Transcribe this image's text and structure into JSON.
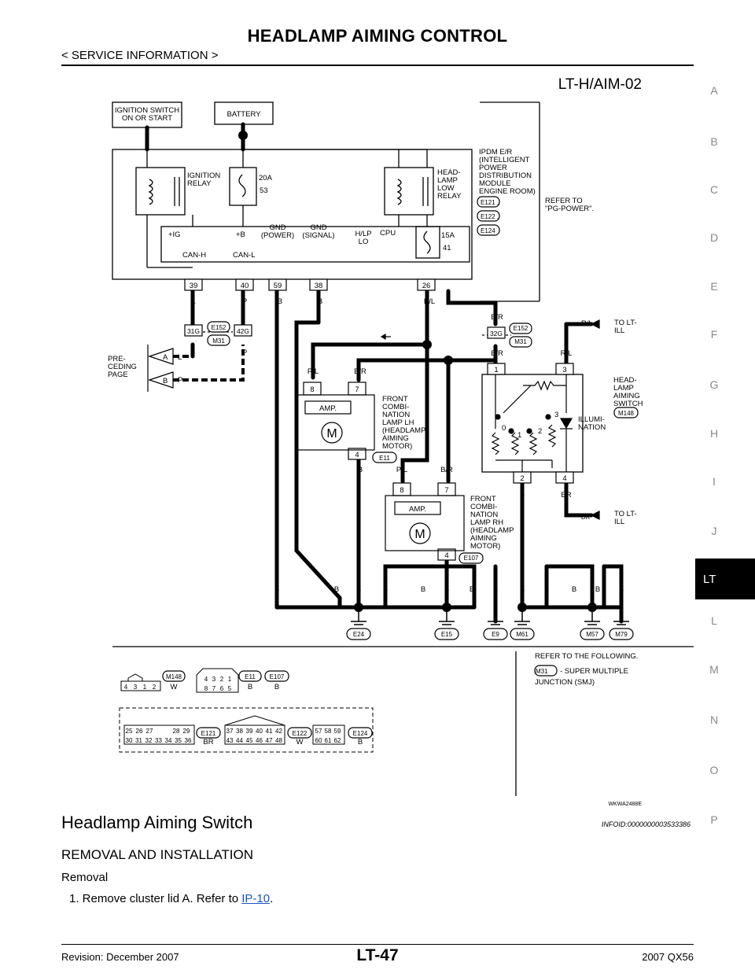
{
  "header": {
    "title": "HEADLAMP AIMING CONTROL",
    "subtitle": "< SERVICE INFORMATION >"
  },
  "side_index": {
    "letters": [
      "A",
      "B",
      "C",
      "D",
      "E",
      "F",
      "G",
      "H",
      "I",
      "J",
      "LT",
      "L",
      "M",
      "N",
      "O",
      "P"
    ],
    "active": "LT"
  },
  "diagram": {
    "code": "LT-H/AIM-02",
    "image_id": "WKWA2488E",
    "ignition_switch": [
      "IGNITION SWITCH",
      "ON OR START"
    ],
    "battery": "BATTERY",
    "ignition_relay": [
      "IGNITION",
      "RELAY"
    ],
    "fuse_20a": "20A",
    "fuse_20a_num": "53",
    "headlamp_relay": [
      "HEAD-",
      "LAMP",
      "LOW",
      "RELAY"
    ],
    "ipdm": [
      "IPDM E/R",
      "(INTELLIGENT",
      "POWER",
      "DISTRIBUTION",
      "MODULE",
      "ENGINE ROOM)"
    ],
    "ipdm_conn": [
      "E121",
      "E122",
      "E124"
    ],
    "refer_pg": [
      "REFER TO",
      "\"PG-POWER\"."
    ],
    "cpu": "CPU",
    "fuse_15a": "15A",
    "fuse_15a_num": "41",
    "ipdm_terms": {
      "ig": "+IG",
      "b": "+B",
      "gnd_power": [
        "GND",
        "(POWER)"
      ],
      "gnd_signal": [
        "GND",
        "(SIGNAL)"
      ],
      "hlp": [
        "H/LP",
        "LO"
      ],
      "canh": "CAN-H",
      "canl": "CAN-L"
    },
    "pins": [
      "39",
      "40",
      "59",
      "38",
      "26"
    ],
    "wire_colors": {
      "L": "L",
      "P": "P",
      "B": "B",
      "PL": "P/L",
      "BR": "B/R",
      "RL": "R/L",
      "BRN": "BR"
    },
    "conn_31g": "31G",
    "conn_42g": "42G",
    "conn_32g": "32G",
    "conn_e152": "E152",
    "conn_m31": "M31",
    "preceding": [
      "PRE-",
      "CEDING",
      "PAGE"
    ],
    "pre_a": "A",
    "pre_b": "B",
    "front_lh": [
      "FRONT",
      "COMBI-",
      "NATION",
      "LAMP LH",
      "(HEADLAMP",
      "AIMING",
      "MOTOR)"
    ],
    "front_rh": [
      "FRONT",
      "COMBI-",
      "NATION",
      "LAMP RH",
      "(HEADLAMP",
      "AIMING",
      "MOTOR)"
    ],
    "amp": "AMP.",
    "motor": "M",
    "pin8": "8",
    "pin7": "7",
    "pin4": "4",
    "pin1": "1",
    "pin3": "3",
    "pin2": "2",
    "conn_e11": "E11",
    "conn_e107": "E107",
    "conn_m148": "M148",
    "switch_label": [
      "HEAD-",
      "LAMP",
      "AIMING",
      "SWITCH"
    ],
    "illum": [
      "ILLUMI-",
      "NATION"
    ],
    "sw_positions": [
      "0",
      "1",
      "2",
      "3"
    ],
    "to_lt_ill": [
      "TO LT-",
      "ILL"
    ],
    "grounds": [
      "E24",
      "E15",
      "E9",
      "M61",
      "M57",
      "M79"
    ],
    "ground_wire": "B",
    "refer_following": [
      "REFER TO THE FOLLOWING.",
      "- SUPER MULTIPLE",
      "JUNCTION (SMJ)"
    ],
    "legend_m148": {
      "id": "M148",
      "color": "W",
      "pins": [
        "4",
        "3",
        "1",
        "2"
      ]
    },
    "legend_m31": {
      "pins_top": [
        "4",
        "3",
        "2",
        "1"
      ],
      "pins_bot": [
        "8",
        "7",
        "6",
        "5"
      ]
    },
    "legend_e11": {
      "id": "E11",
      "color": "B"
    },
    "legend_e107": {
      "id": "E107",
      "color": "B"
    },
    "legend_e121": {
      "id": "E121",
      "color": "BR",
      "row1": [
        "25",
        "26",
        "27",
        "",
        "28",
        "29"
      ],
      "row2": [
        "30",
        "31",
        "32",
        "33",
        "34",
        "35",
        "36"
      ]
    },
    "legend_e122": {
      "id": "E122",
      "color": "W",
      "row1": [
        "37",
        "38",
        "39",
        "40",
        "41",
        "42"
      ],
      "row2": [
        "43",
        "44",
        "45",
        "46",
        "47",
        "48"
      ]
    },
    "legend_e124": {
      "id": "E124",
      "color": "B",
      "row1": [
        "57",
        "58",
        "59"
      ],
      "row2": [
        "60",
        "61",
        "62"
      ]
    }
  },
  "section": {
    "title": "Headlamp Aiming Switch",
    "infoid": "INFOID:0000000003533386",
    "subheading": "REMOVAL AND INSTALLATION",
    "subsub": "Removal",
    "step_text": "1.   Remove cluster lid A. Refer to ",
    "step_link": "IP-10",
    "step_end": "."
  },
  "footer": {
    "revision": "Revision: December 2007",
    "page": "LT-47",
    "model": "2007 QX56"
  }
}
